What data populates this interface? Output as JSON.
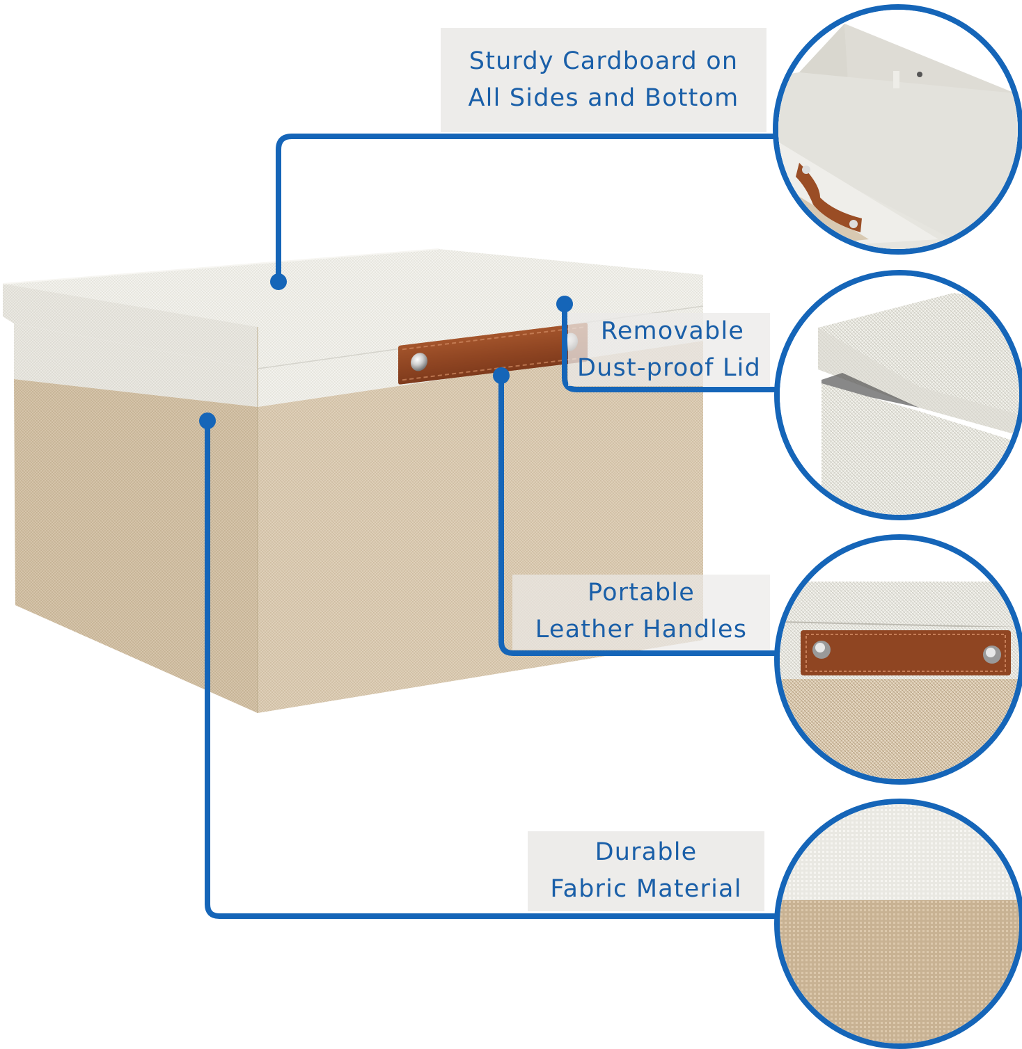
{
  "theme": {
    "accent_blue": "#1565B8",
    "label_text_blue": "#1A5FA8",
    "label_background": "#EBEAE8",
    "lid_fabric": "#ECEBE5",
    "body_fabric": "#D8C8B1",
    "leather_handle": "#8F4522"
  },
  "product": {
    "name": "fabric-storage-box-with-lid",
    "lid_color": "white",
    "body_color": "beige",
    "handle_material": "leather"
  },
  "callouts": [
    {
      "id": "cardboard",
      "lines": [
        "Sturdy Cardboard on",
        "All Sides and Bottom"
      ],
      "detail_image": "box-interior-cardboard-closeup"
    },
    {
      "id": "lid",
      "lines": [
        "Removable",
        "Dust-proof Lid"
      ],
      "detail_image": "lid-edge-closeup"
    },
    {
      "id": "handles",
      "lines": [
        "Portable",
        "Leather Handles"
      ],
      "detail_image": "leather-handle-closeup"
    },
    {
      "id": "fabric",
      "lines": [
        "Durable",
        "Fabric Material"
      ],
      "detail_image": "fabric-weave-closeup"
    }
  ]
}
